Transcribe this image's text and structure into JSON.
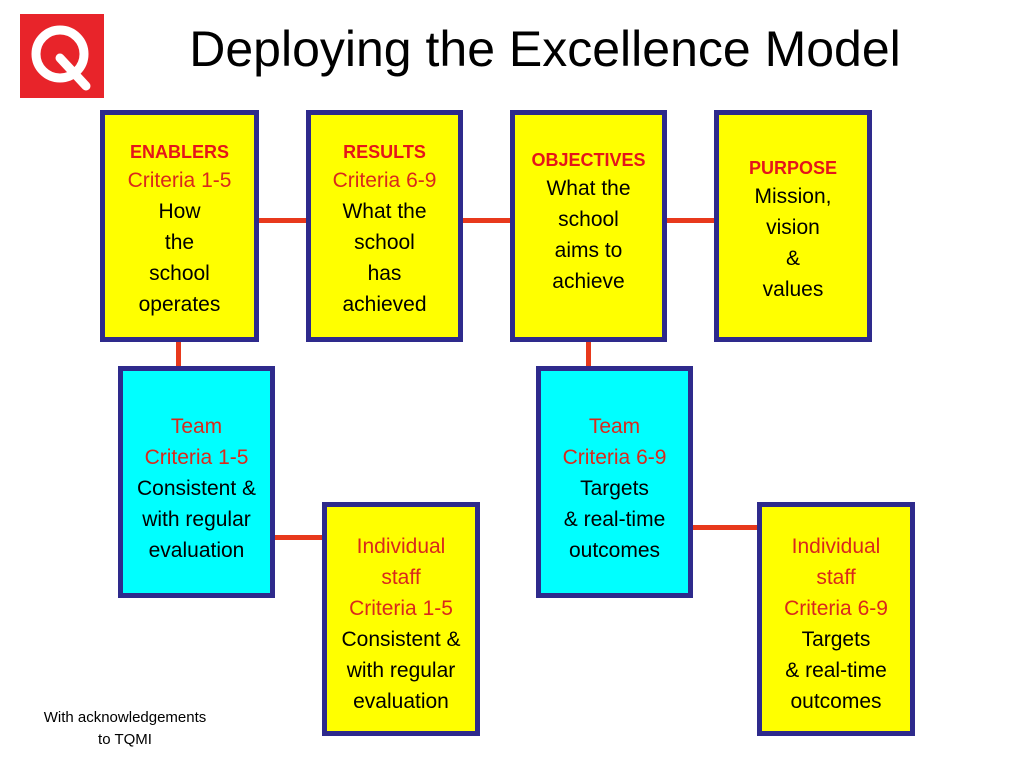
{
  "title": "Deploying the Excellence Model",
  "acknowledgement": [
    "With acknowledgements",
    "to TQMI"
  ],
  "boxes": {
    "enablers": {
      "heading": "ENABLERS",
      "criteria": "Criteria 1-5",
      "lines": [
        "How",
        "the",
        "school",
        "operates"
      ]
    },
    "results": {
      "heading": "RESULTS",
      "criteria": "Criteria 6-9",
      "lines": [
        "What the",
        "school",
        "has",
        "achieved"
      ]
    },
    "objectives": {
      "heading": "OBJECTIVES",
      "lines": [
        "What the",
        "school",
        "aims to",
        "achieve"
      ]
    },
    "purpose": {
      "heading": "PURPOSE",
      "lines": [
        "Mission,",
        "vision",
        "&",
        "values"
      ]
    },
    "team_enablers": {
      "heading": "Team",
      "criteria": "Criteria 1-5",
      "lines": [
        "Consistent &",
        "with regular",
        "evaluation"
      ]
    },
    "team_results": {
      "heading": "Team",
      "criteria": "Criteria 6-9",
      "lines": [
        "Targets",
        "& real-time",
        "outcomes"
      ]
    },
    "individual_enablers": {
      "heading": [
        "Individual",
        "staff"
      ],
      "criteria": "Criteria 1-5",
      "lines": [
        "Consistent &",
        "with regular",
        "evaluation"
      ]
    },
    "individual_results": {
      "heading": [
        "Individual",
        "staff"
      ],
      "criteria": "Criteria 6-9",
      "lines": [
        "Targets",
        "& real-time",
        "outcomes"
      ]
    }
  },
  "colors": {
    "box_border": "#2e2a8c",
    "yellow": "#ffff00",
    "cyan": "#00ffff",
    "connector": "#e8391c",
    "accent_red": "#d9291c",
    "logo_red": "#e8242a"
  }
}
